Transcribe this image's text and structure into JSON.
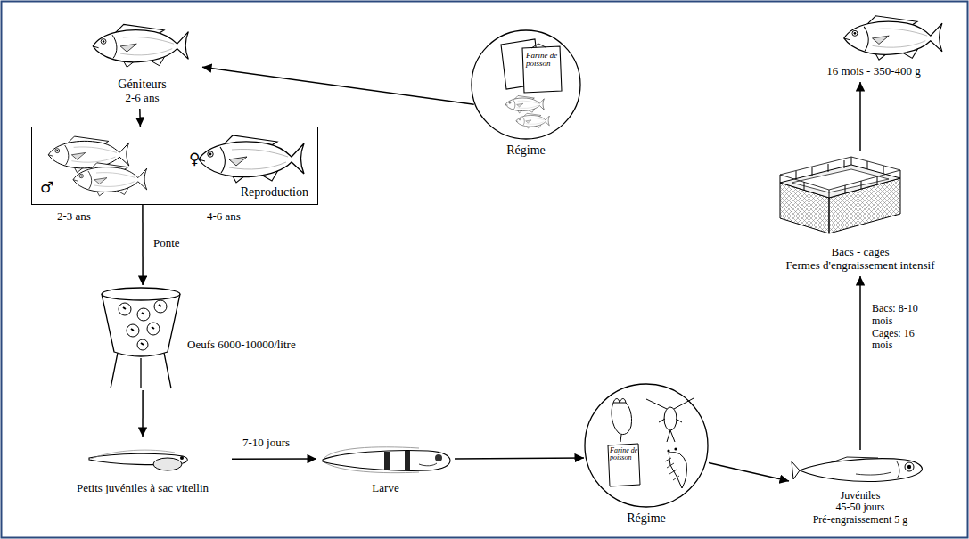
{
  "diagram": {
    "nodes": [
      {
        "text": [
          "Géniteurs",
          "2-6 ans"
        ]
      },
      {
        "text": [
          "Farine de poisson",
          "Régime"
        ]
      },
      {
        "text": [
          "16 mois - 350-400 g"
        ]
      },
      {
        "text": [
          "♂",
          "♀",
          "Reproduction"
        ]
      },
      {
        "text": [
          "Oeufs 6000-10000/litre"
        ]
      },
      {
        "text": [
          "Petits juvéniles à sac vitellin"
        ]
      },
      {
        "text": [
          "Larve"
        ]
      },
      {
        "text": [
          "Farine de poisson",
          "Régime"
        ]
      },
      {
        "text": [
          "Juvéniles",
          "45-50 jours",
          "Pré-engraissement 5 g"
        ]
      },
      {
        "text": [
          "Bacs - cages",
          "Fermes d'engraissement intensif"
        ]
      }
    ],
    "edges": [
      {
        "from": 1,
        "to": 0,
        "arrow": "to"
      },
      {
        "from": 0,
        "to": 3,
        "arrow": "to"
      },
      {
        "from": 3,
        "to": 4,
        "label": "Ponte",
        "arrow": "to"
      },
      {
        "from": 4,
        "to": 5,
        "arrow": "to"
      },
      {
        "from": 5,
        "to": 6,
        "label": "7-10 jours",
        "arrow": "to"
      },
      {
        "from": 6,
        "to": 7,
        "arrow": "to"
      },
      {
        "from": 7,
        "to": 8,
        "arrow": "to"
      },
      {
        "from": 8,
        "to": 9,
        "label": "Bacs: 8-10 mois Cages: 16 mois",
        "arrow": "to"
      },
      {
        "from": 9,
        "to": 2,
        "arrow": "to"
      }
    ],
    "labels": [
      "2-3 ans",
      "4-6 ans"
    ]
  }
}
